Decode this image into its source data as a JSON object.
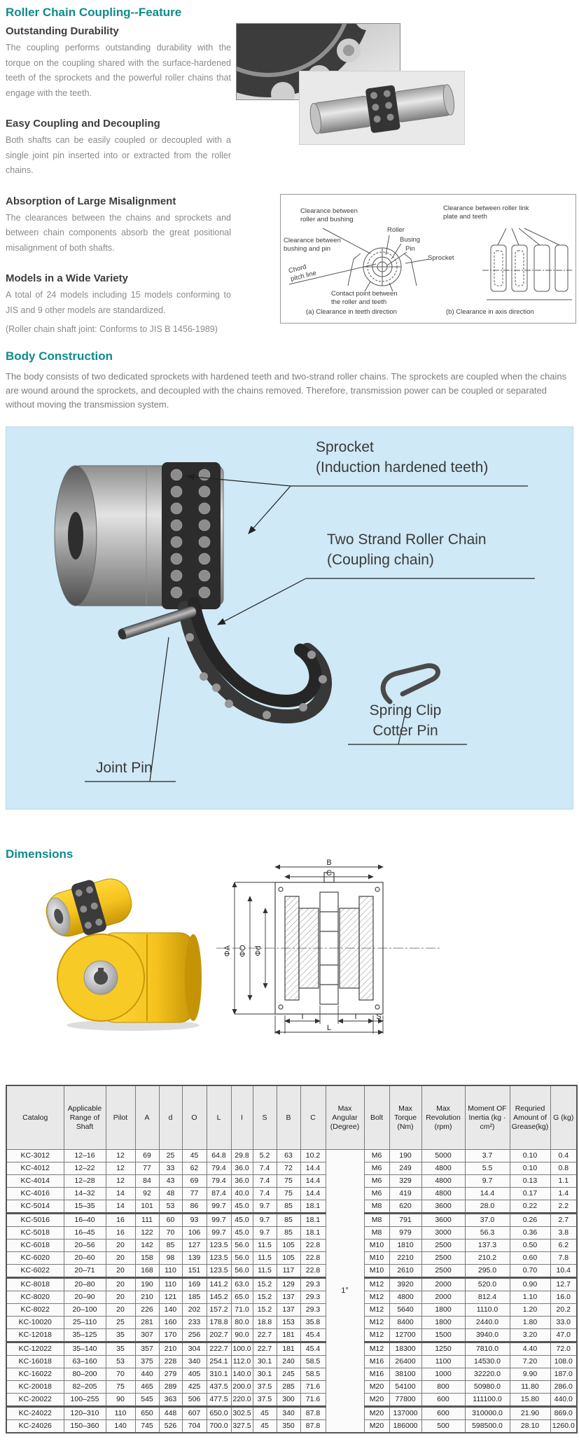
{
  "colors": {
    "accent_teal": "#0e8b8b",
    "body_box_blue": "#cfe9f6",
    "coupling_yellow": "#f5c31d"
  },
  "feature": {
    "title": "Roller Chain Coupling--Feature",
    "sections": [
      {
        "heading": "Outstanding Durability",
        "body": "The coupling performs outstanding durability with the torque on the coupling shared with the surface-hardened teeth of the sprockets and the powerful roller chains that engage with the teeth."
      },
      {
        "heading": "Easy Coupling and Decoupling",
        "body": "Both shafts can be easily coupled or decoupled with a single joint pin inserted into or extracted from the roller chains."
      },
      {
        "heading": "Absorption of Large Misalignment",
        "body": "The clearances between the chains and sprockets and between chain components absorb the great positional misalignment of both shafts."
      },
      {
        "heading": "Models in a Wide Variety",
        "body": "A total of 24 models including 15 models conforming to JIS and 9 other models are standardized."
      }
    ],
    "models_note": "(Roller chain shaft joint: Conforms to JIS B 1456-1989)",
    "clearance": {
      "roller_bushing": "Clearance between\nroller and bushing",
      "roller": "Roller",
      "busing": "Busing",
      "pin": "Pin",
      "bushing_pin": "Clearance between\nbushing and pin",
      "sprocket": "Sprocket",
      "chord": "Chord\npitch line",
      "contact": "Contact point between\nthe roller and teeth",
      "caption_a": "(a) Clearance in teeth direction",
      "link_plate": "Clearance between roller link\nplate and teeth",
      "caption_b": "(b) Clearance in axis direction"
    }
  },
  "body_construction": {
    "title": "Body Construction",
    "body": "The body consists of two dedicated sprockets with hardened teeth and two-strand roller chains. The sprockets are coupled when the chains are wound around the sprockets, and decoupled with the chains removed. Therefore, transmission power can be coupled or separated without moving the transmission system.",
    "labels": {
      "sprocket": "Sprocket",
      "sprocket_sub": "(Induction hardened teeth)",
      "chain": "Two Strand Roller Chain",
      "chain_sub": "(Coupling chain)",
      "clip_line1": "Spring Clip",
      "clip_line2": "Cotter Pin",
      "joint_pin": "Joint Pin"
    }
  },
  "dimensions": {
    "title": "Dimensions",
    "drawing_labels": {
      "B": "B",
      "C": "C",
      "phiA": "ΦA",
      "phiO": "ΦO",
      "phid": "Φd",
      "I": "I",
      "S": "S",
      "L": "L"
    }
  },
  "table": {
    "headers": [
      "Catalog",
      "Applicable Range of Shaft",
      "Pilot",
      "A",
      "d",
      "O",
      "L",
      "I",
      "S",
      "B",
      "C",
      "Max Angular (Degree)",
      "Bolt",
      "Max Torque (Nm)",
      "Max Revolution (rpm)",
      "Moment OF Inertia (kg · cm²)",
      "Requried Amount of Grease(kg)",
      "G (kg)"
    ],
    "max_angular_value": "1°",
    "total_rows": 22,
    "groups": [
      {
        "rows": [
          [
            "KC-3012",
            "12–16",
            "12",
            "69",
            "25",
            "45",
            "64.8",
            "29.8",
            "5.2",
            "63",
            "10.2",
            "M6",
            "190",
            "5000",
            "3.7",
            "0.10",
            "0.4"
          ],
          [
            "KC-4012",
            "12–22",
            "12",
            "77",
            "33",
            "62",
            "79.4",
            "36.0",
            "7.4",
            "72",
            "14.4",
            "M6",
            "249",
            "4800",
            "5.5",
            "0.10",
            "0.8"
          ],
          [
            "KC-4014",
            "12–28",
            "12",
            "84",
            "43",
            "69",
            "79.4",
            "36.0",
            "7.4",
            "75",
            "14.4",
            "M6",
            "329",
            "4800",
            "9.7",
            "0.13",
            "1.1"
          ],
          [
            "KC-4016",
            "14–32",
            "14",
            "92",
            "48",
            "77",
            "87.4",
            "40.0",
            "7.4",
            "75",
            "14.4",
            "M6",
            "419",
            "4800",
            "14.4",
            "0.17",
            "1.4"
          ],
          [
            "KC-5014",
            "15–35",
            "14",
            "101",
            "53",
            "86",
            "99.7",
            "45.0",
            "9.7",
            "85",
            "18.1",
            "M8",
            "620",
            "3600",
            "28.0",
            "0.22",
            "2.2"
          ]
        ]
      },
      {
        "rows": [
          [
            "KC-5016",
            "16–40",
            "16",
            "111",
            "60",
            "93",
            "99.7",
            "45.0",
            "9.7",
            "85",
            "18.1",
            "M8",
            "791",
            "3600",
            "37.0",
            "0.26",
            "2.7"
          ],
          [
            "KC-5018",
            "16–45",
            "16",
            "122",
            "70",
            "106",
            "99.7",
            "45.0",
            "9.7",
            "85",
            "18.1",
            "M8",
            "979",
            "3000",
            "56.3",
            "0.36",
            "3.8"
          ],
          [
            "KC-6018",
            "20–56",
            "20",
            "142",
            "85",
            "127",
            "123.5",
            "56.0",
            "11.5",
            "105",
            "22.8",
            "M10",
            "1810",
            "2500",
            "137.3",
            "0.50",
            "6.2"
          ],
          [
            "KC-6020",
            "20–60",
            "20",
            "158",
            "98",
            "139",
            "123.5",
            "56.0",
            "11.5",
            "105",
            "22.8",
            "M10",
            "2210",
            "2500",
            "210.2",
            "0.60",
            "7.8"
          ],
          [
            "KC-6022",
            "20–71",
            "20",
            "168",
            "110",
            "151",
            "123.5",
            "56.0",
            "11.5",
            "117",
            "22.8",
            "M10",
            "2610",
            "2500",
            "295.0",
            "0.70",
            "10.4"
          ]
        ]
      },
      {
        "rows": [
          [
            "KC-8018",
            "20–80",
            "20",
            "190",
            "110",
            "169",
            "141.2",
            "63.0",
            "15.2",
            "129",
            "29.3",
            "M12",
            "3920",
            "2000",
            "520.0",
            "0.90",
            "12.7"
          ],
          [
            "KC-8020",
            "20–90",
            "20",
            "210",
            "121",
            "185",
            "145.2",
            "65.0",
            "15.2",
            "137",
            "29.3",
            "M12",
            "4800",
            "2000",
            "812.4",
            "1.10",
            "16.0"
          ],
          [
            "KC-8022",
            "20–100",
            "20",
            "226",
            "140",
            "202",
            "157.2",
            "71.0",
            "15.2",
            "137",
            "29.3",
            "M12",
            "5640",
            "1800",
            "1110.0",
            "1.20",
            "20.2"
          ],
          [
            "KC-10020",
            "25–110",
            "25",
            "281",
            "160",
            "233",
            "178.8",
            "80.0",
            "18.8",
            "153",
            "35.8",
            "M12",
            "8400",
            "1800",
            "2440.0",
            "1.80",
            "33.0"
          ],
          [
            "KC-12018",
            "35–125",
            "35",
            "307",
            "170",
            "256",
            "202.7",
            "90.0",
            "22.7",
            "181",
            "45.4",
            "M12",
            "12700",
            "1500",
            "3940.0",
            "3.20",
            "47.0"
          ]
        ]
      },
      {
        "rows": [
          [
            "KC-12022",
            "35–140",
            "35",
            "357",
            "210",
            "304",
            "222.7",
            "100.0",
            "22.7",
            "181",
            "45.4",
            "M12",
            "18300",
            "1250",
            "7810.0",
            "4.40",
            "72.0"
          ],
          [
            "KC-16018",
            "63–160",
            "53",
            "375",
            "228",
            "340",
            "254.1",
            "112.0",
            "30.1",
            "240",
            "58.5",
            "M16",
            "26400",
            "1100",
            "14530.0",
            "7.20",
            "108.0"
          ],
          [
            "KC-16022",
            "80–200",
            "70",
            "440",
            "279",
            "405",
            "310.1",
            "140.0",
            "30.1",
            "245",
            "58.5",
            "M16",
            "38100",
            "1000",
            "32220.0",
            "9.90",
            "187.0"
          ],
          [
            "KC-20018",
            "82–205",
            "75",
            "465",
            "289",
            "425",
            "437.5",
            "200.0",
            "37.5",
            "285",
            "71.6",
            "M20",
            "54100",
            "800",
            "50980.0",
            "11.80",
            "286.0"
          ],
          [
            "KC-20022",
            "100–255",
            "90",
            "545",
            "363",
            "506",
            "477.5",
            "220.0",
            "37.5",
            "300",
            "71.6",
            "M20",
            "77800",
            "600",
            "111100.0",
            "15.80",
            "440.0"
          ]
        ]
      },
      {
        "rows": [
          [
            "KC-24022",
            "120–310",
            "110",
            "650",
            "448",
            "607",
            "650.0",
            "302.5",
            "45",
            "340",
            "87.8",
            "M20",
            "137000",
            "600",
            "310000.0",
            "21.90",
            "869.0"
          ],
          [
            "KC-24026",
            "150–360",
            "140",
            "745",
            "526",
            "704",
            "700.0",
            "327.5",
            "45",
            "350",
            "87.8",
            "M20",
            "186000",
            "500",
            "598500.0",
            "28.10",
            "1260.0"
          ]
        ]
      }
    ]
  }
}
